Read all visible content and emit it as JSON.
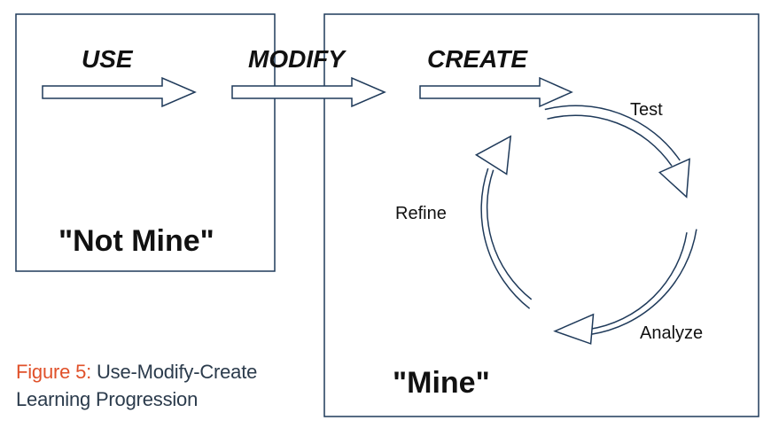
{
  "stages": {
    "use": "USE",
    "modify": "MODIFY",
    "create": "CREATE"
  },
  "regions": {
    "not_mine": "\"Not Mine\"",
    "mine": "\"Mine\""
  },
  "cycle": {
    "test": "Test",
    "analyze": "Analyze",
    "refine": "Refine"
  },
  "caption": {
    "figure_label": "Figure 5:",
    "line1": "Use-Modify-Create",
    "line2": "Learning Progression"
  },
  "colors": {
    "frame_stroke": "#1f3a5a",
    "text": "#111111",
    "caption_text": "#2b3b4c",
    "figure_label": "#e0512a"
  }
}
